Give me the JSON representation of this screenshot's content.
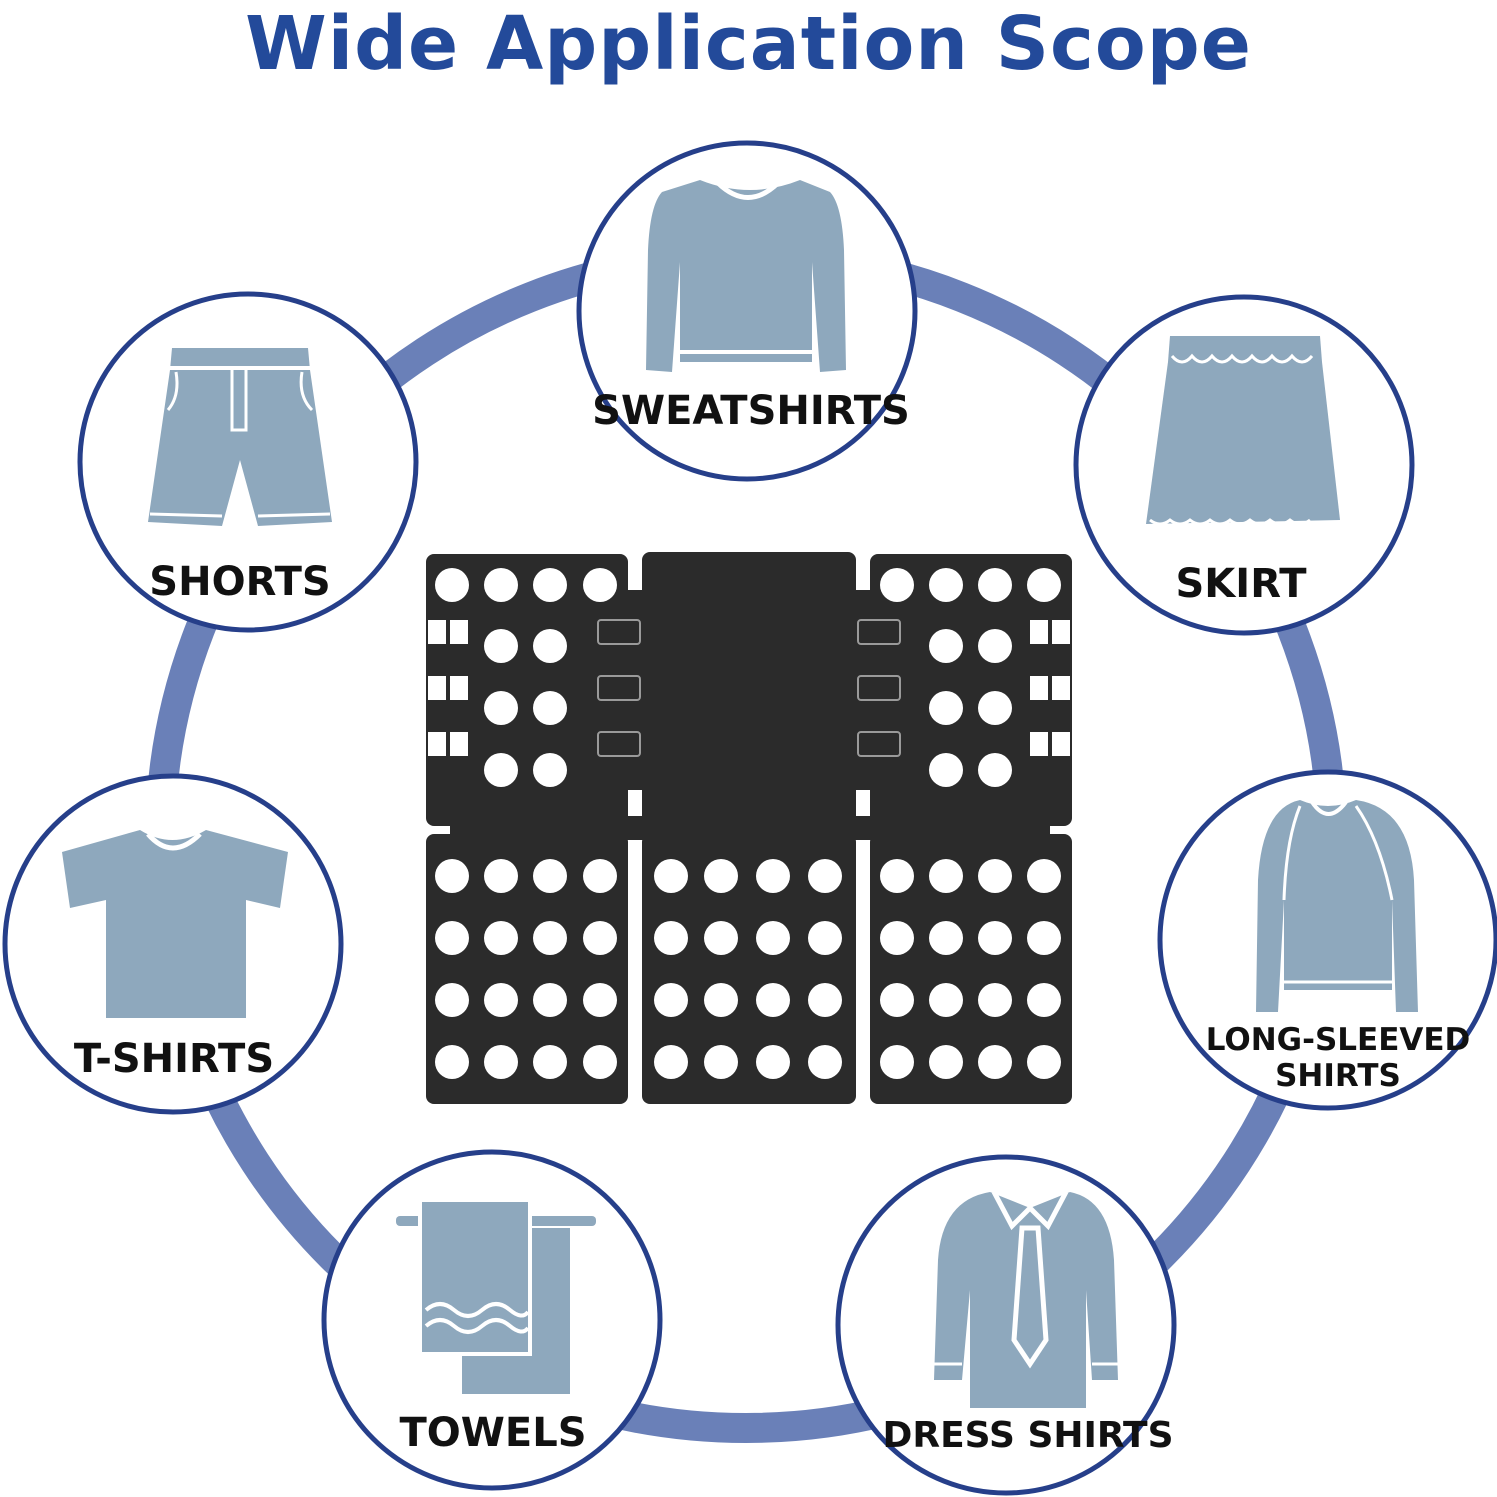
{
  "title": "Wide Application Scope",
  "colors": {
    "title": "#234a9a",
    "ring": "#6a80b8",
    "badge_border": "#263f8a",
    "garment": "#8ea8bd",
    "board": "#2b2b2b"
  },
  "items": [
    {
      "id": "sweatshirts",
      "label": "SWEATSHIRTS",
      "icon": "sweatshirt-icon"
    },
    {
      "id": "skirt",
      "label": "SKIRT",
      "icon": "skirt-icon"
    },
    {
      "id": "long-sleeved-shirts",
      "label_line1": "LONG-SLEEVED",
      "label_line2": "SHIRTS",
      "icon": "long-sleeved-shirt-icon"
    },
    {
      "id": "dress-shirts",
      "label": "DRESS SHIRTS",
      "icon": "dress-shirt-icon"
    },
    {
      "id": "towels",
      "label": "TOWELS",
      "icon": "towel-icon"
    },
    {
      "id": "t-shirts",
      "label": "T-SHIRTS",
      "icon": "t-shirt-icon"
    },
    {
      "id": "shorts",
      "label": "SHORTS",
      "icon": "shorts-icon"
    }
  ],
  "center_image": "clothes-folding-board"
}
